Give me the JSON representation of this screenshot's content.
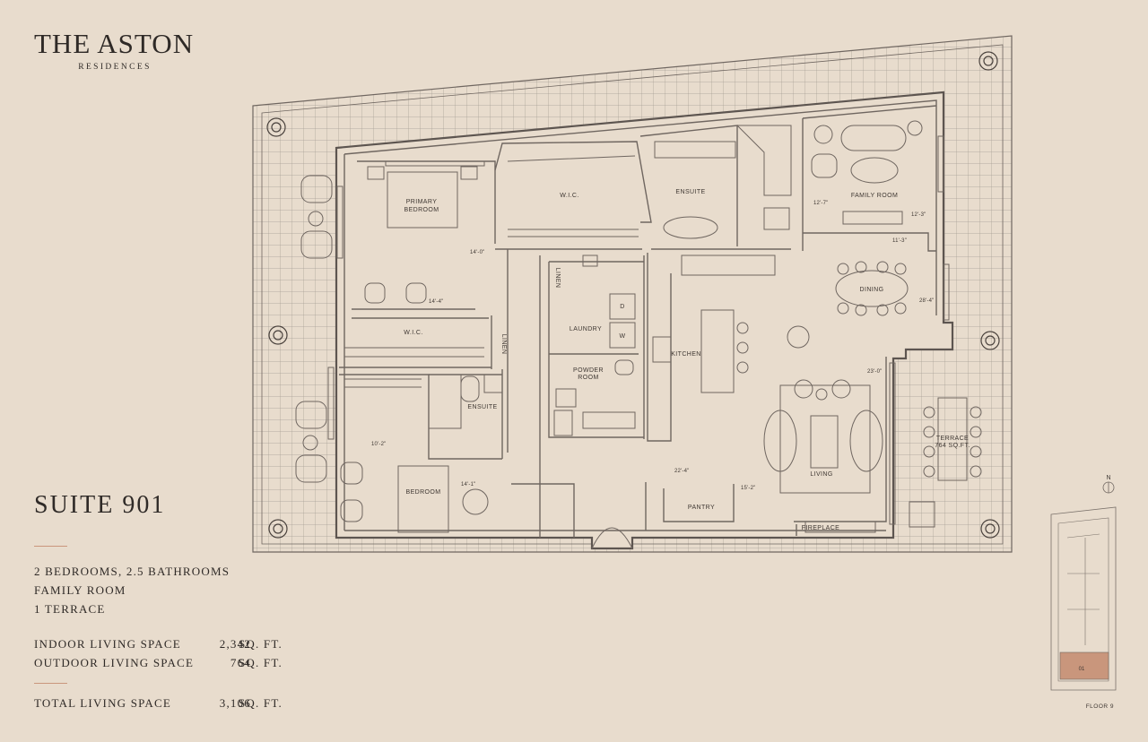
{
  "brand": {
    "name": "THE ASTON",
    "subtitle": "RESIDENCES"
  },
  "suite": {
    "title": "SUITE 901",
    "features": [
      "2 BEDROOMS, 2.5 BATHROOMS",
      "FAMILY ROOM",
      "1 TERRACE"
    ],
    "areas": [
      {
        "label": "INDOOR LIVING SPACE",
        "value": "2,342",
        "unit": "SQ. FT."
      },
      {
        "label": "OUTDOOR LIVING SPACE",
        "value": "764",
        "unit": "SQ. FT."
      }
    ],
    "total": {
      "label": "TOTAL LIVING SPACE",
      "value": "3,106",
      "unit": "SQ. FT."
    }
  },
  "rooms": {
    "primary_bedroom_1": "PRIMARY",
    "primary_bedroom_2": "BEDROOM",
    "wic_top": "W.I.C.",
    "ensuite_top": "ENSUITE",
    "family_room": "FAMILY ROOM",
    "dining": "DINING",
    "wic_left": "W.I.C.",
    "linen_1": "LINEN",
    "linen_2": "LINEN",
    "laundry": "LAUNDRY",
    "powder_1": "POWDER",
    "powder_2": "ROOM",
    "kitchen": "KITCHEN",
    "ensuite_bottom": "ENSUITE",
    "bedroom": "BEDROOM",
    "pantry": "PANTRY",
    "living": "LIVING",
    "fireplace": "FIREPLACE",
    "terrace_1": "TERRACE",
    "terrace_2": "764 SQ.FT.",
    "washer": "W",
    "dryer": "D"
  },
  "dimensions": {
    "d1": "14'-0\"",
    "d2": "14'-4\"",
    "d3": "12'-7\"",
    "d4": "12'-3\"",
    "d5": "11'-3\"",
    "d6": "28'-4\"",
    "d7": "23'-0\"",
    "d8": "10'-2\"",
    "d9": "14'-1\"",
    "d10": "22'-4\"",
    "d11": "15'-2\""
  },
  "keyplan": {
    "compass": "N",
    "unit": "01",
    "floor": "FLOOR 9"
  },
  "colors": {
    "background": "#e8dccd",
    "line": "#6f6660",
    "accent": "#c9967c",
    "unit_fill": "#c9967c"
  }
}
